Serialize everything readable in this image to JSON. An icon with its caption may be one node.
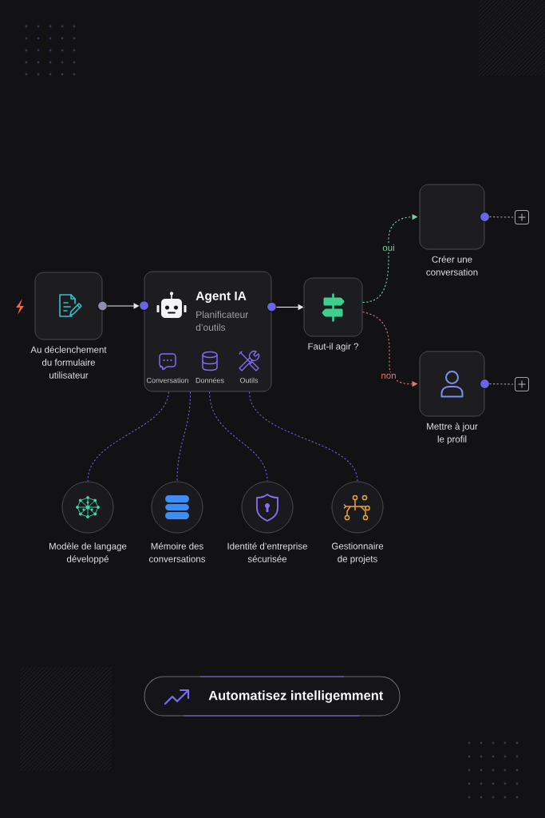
{
  "diagram": {
    "nodes": [
      {
        "text": [
          "Au déclenchement du formulaire utilisateur"
        ]
      },
      {
        "text": [
          "Agent IA",
          "Planificateur d’outils",
          "Conversation",
          "Données",
          "Outils"
        ]
      },
      {
        "text": [
          "Faut-il agir ?"
        ]
      },
      {
        "text": [
          "Créer une conversation"
        ]
      },
      {
        "text": [
          "Mettre à jour le profil"
        ]
      },
      {
        "text": [],
        "shape": "box"
      },
      {
        "text": [],
        "shape": "box"
      },
      {
        "text": [
          "Modèle de langage développé"
        ]
      },
      {
        "text": [
          "Mémoire des conversations"
        ]
      },
      {
        "text": [
          "Identité d’entreprise sécurisée"
        ]
      },
      {
        "text": [
          "Gestionnaire de projets"
        ]
      },
      {
        "text": [
          "Automatisez intelligemment"
        ]
      }
    ],
    "edges": [
      {
        "from": 0,
        "to": 1,
        "arrow": "to",
        "color": "#e9e9ec"
      },
      {
        "from": 1,
        "to": 2,
        "arrow": "to",
        "color": "#e9e9ec"
      },
      {
        "from": 2,
        "to": 3,
        "arrow": "to",
        "label": "oui",
        "style": "dashed",
        "color": "#7fcfa2"
      },
      {
        "from": 2,
        "to": 4,
        "arrow": "to",
        "label": "non",
        "style": "dashed",
        "color": "#e07a72"
      },
      {
        "from": 3,
        "to": 5,
        "arrow": "none",
        "style": "dashed",
        "color": "#a3a3aa"
      },
      {
        "from": 4,
        "to": 6,
        "arrow": "none",
        "style": "dashed",
        "color": "#a3a3aa"
      },
      {
        "from": 1,
        "to": 7,
        "arrow": "none",
        "style": "dashed",
        "color": "#6e62e6"
      },
      {
        "from": 1,
        "to": 8,
        "arrow": "none",
        "style": "dashed",
        "color": "#6e62e6"
      },
      {
        "from": 1,
        "to": 9,
        "arrow": "none",
        "style": "dashed",
        "color": "#6e62e6"
      },
      {
        "from": 1,
        "to": 10,
        "arrow": "none",
        "style": "dashed",
        "color": "#6e62e6"
      }
    ]
  }
}
